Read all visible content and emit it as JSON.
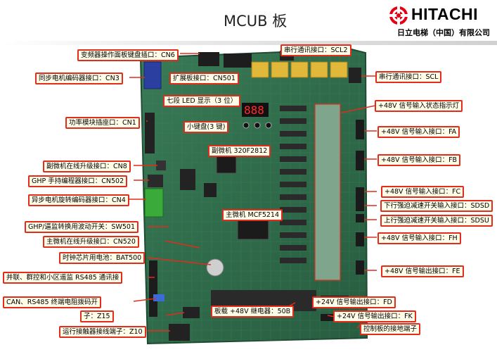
{
  "header": {
    "title": "MCUB 板",
    "brand": "HITACHI",
    "brand_sub": "日立电梯（中国）有限公司"
  },
  "labels": {
    "cn6": "变频器操作面板键盘插口：CN6",
    "scl2": "串行通讯接口：SCL2",
    "cn3": "同步电机编码器接口：CN3",
    "cn501": "扩展板接口：CN501",
    "scl": "串行通讯接口：SCL",
    "led": "七段 LED 显示（3 位）",
    "input_led": "+48V 信号输入状态指示灯",
    "cn1": "功率模块插座口：CN1",
    "keypad": "小键盘(3 键)",
    "fa": "+48V 信号输入接口：FA",
    "sub_cpu": "副微机 320F2812",
    "fb": "+48V 信号输入接口：FB",
    "cn8": "副微机在线升级接口：CN8",
    "cn502": "GHP 手持编程器接口：CN502",
    "fc": "+48V 信号输入接口：FC",
    "cn4": "异步电机旋转编码器接口：CN4",
    "sdsd": "下行强迫减速开关输入接口：SDSD",
    "main_cpu": "主微机 MCF5214",
    "sdsu": "上行强迫减速开关输入接口：SDSU",
    "sw501": "GHP/逼监转换用波动开关：SW501",
    "fh": "+48V 信号输入接口：FH",
    "cn520": "主微机在线升级接口：CN520",
    "bat500": "时钟芯片用电池：BAT500",
    "rs485": "并联、群控和小区遥监 RS485 通讯接",
    "fe": "+48V 信号输出接口：FE",
    "can": "CAN、RS485 终端电阻拨码开",
    "fd": "+24V 信号输出接口：FD",
    "z15": "子：Z15",
    "relay": "板载 +48V 继电器：50B",
    "fk": "+24V 信号输出接口：FK",
    "z10": "运行接触器接线端子：Z10",
    "ground": "控制板的接地端子"
  },
  "colors": {
    "board": "#2f6b4a",
    "label_border": "#e22c1c",
    "label_fill": "#fffde8"
  },
  "led_digits": "888"
}
